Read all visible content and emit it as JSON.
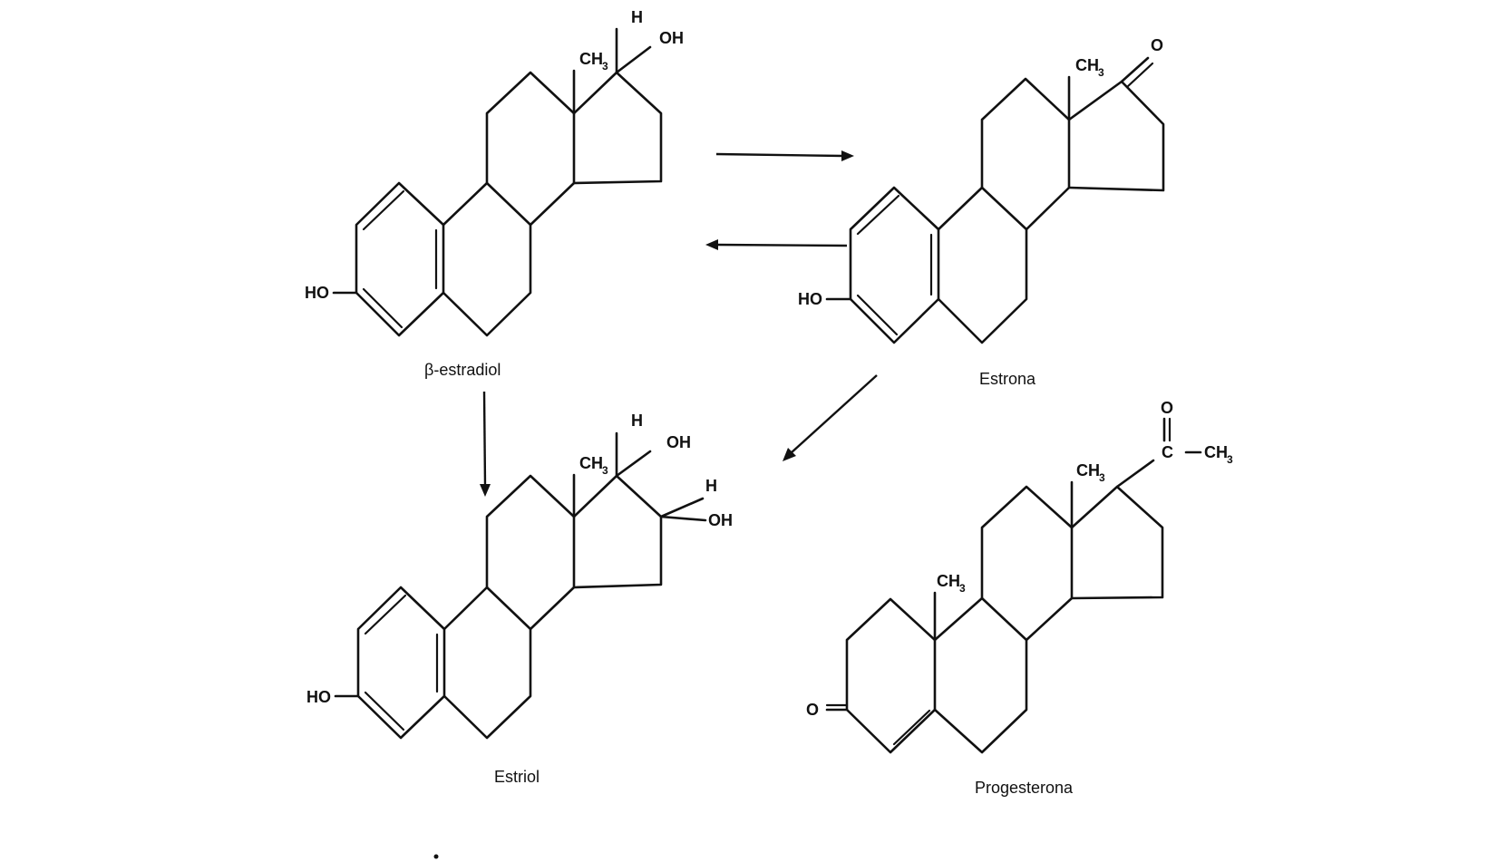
{
  "molecules": {
    "estradiol": {
      "name": "β-estradiol",
      "labels": {
        "ho": "HO",
        "ch3_main": "CH",
        "ch3_sub": "3",
        "h": "H",
        "oh": "OH"
      }
    },
    "estrona": {
      "name": "Estrona",
      "labels": {
        "ho": "HO",
        "ch3_main": "CH",
        "ch3_sub": "3",
        "o": "O"
      }
    },
    "estriol": {
      "name": "Estriol",
      "labels": {
        "ho": "HO",
        "ch3_main": "CH",
        "ch3_sub": "3",
        "h1": "H",
        "oh1": "OH",
        "h2": "H",
        "oh2": "OH"
      }
    },
    "progesterona": {
      "name": "Progesterona",
      "labels": {
        "o_ring": "O",
        "ch3a_main": "CH",
        "ch3a_sub": "3",
        "ch3b_main": "CH",
        "ch3b_sub": "3",
        "o_top": "O",
        "c": "C",
        "ch3c_main": "CH",
        "ch3c_sub": "3"
      }
    }
  },
  "arrows": [
    {
      "from": "β-estradiol",
      "to": "Estrona"
    },
    {
      "from": "Estrona",
      "to": "β-estradiol"
    },
    {
      "from": "β-estradiol",
      "to": "Estriol"
    },
    {
      "from": "Estrona",
      "to": "Estriol"
    }
  ]
}
